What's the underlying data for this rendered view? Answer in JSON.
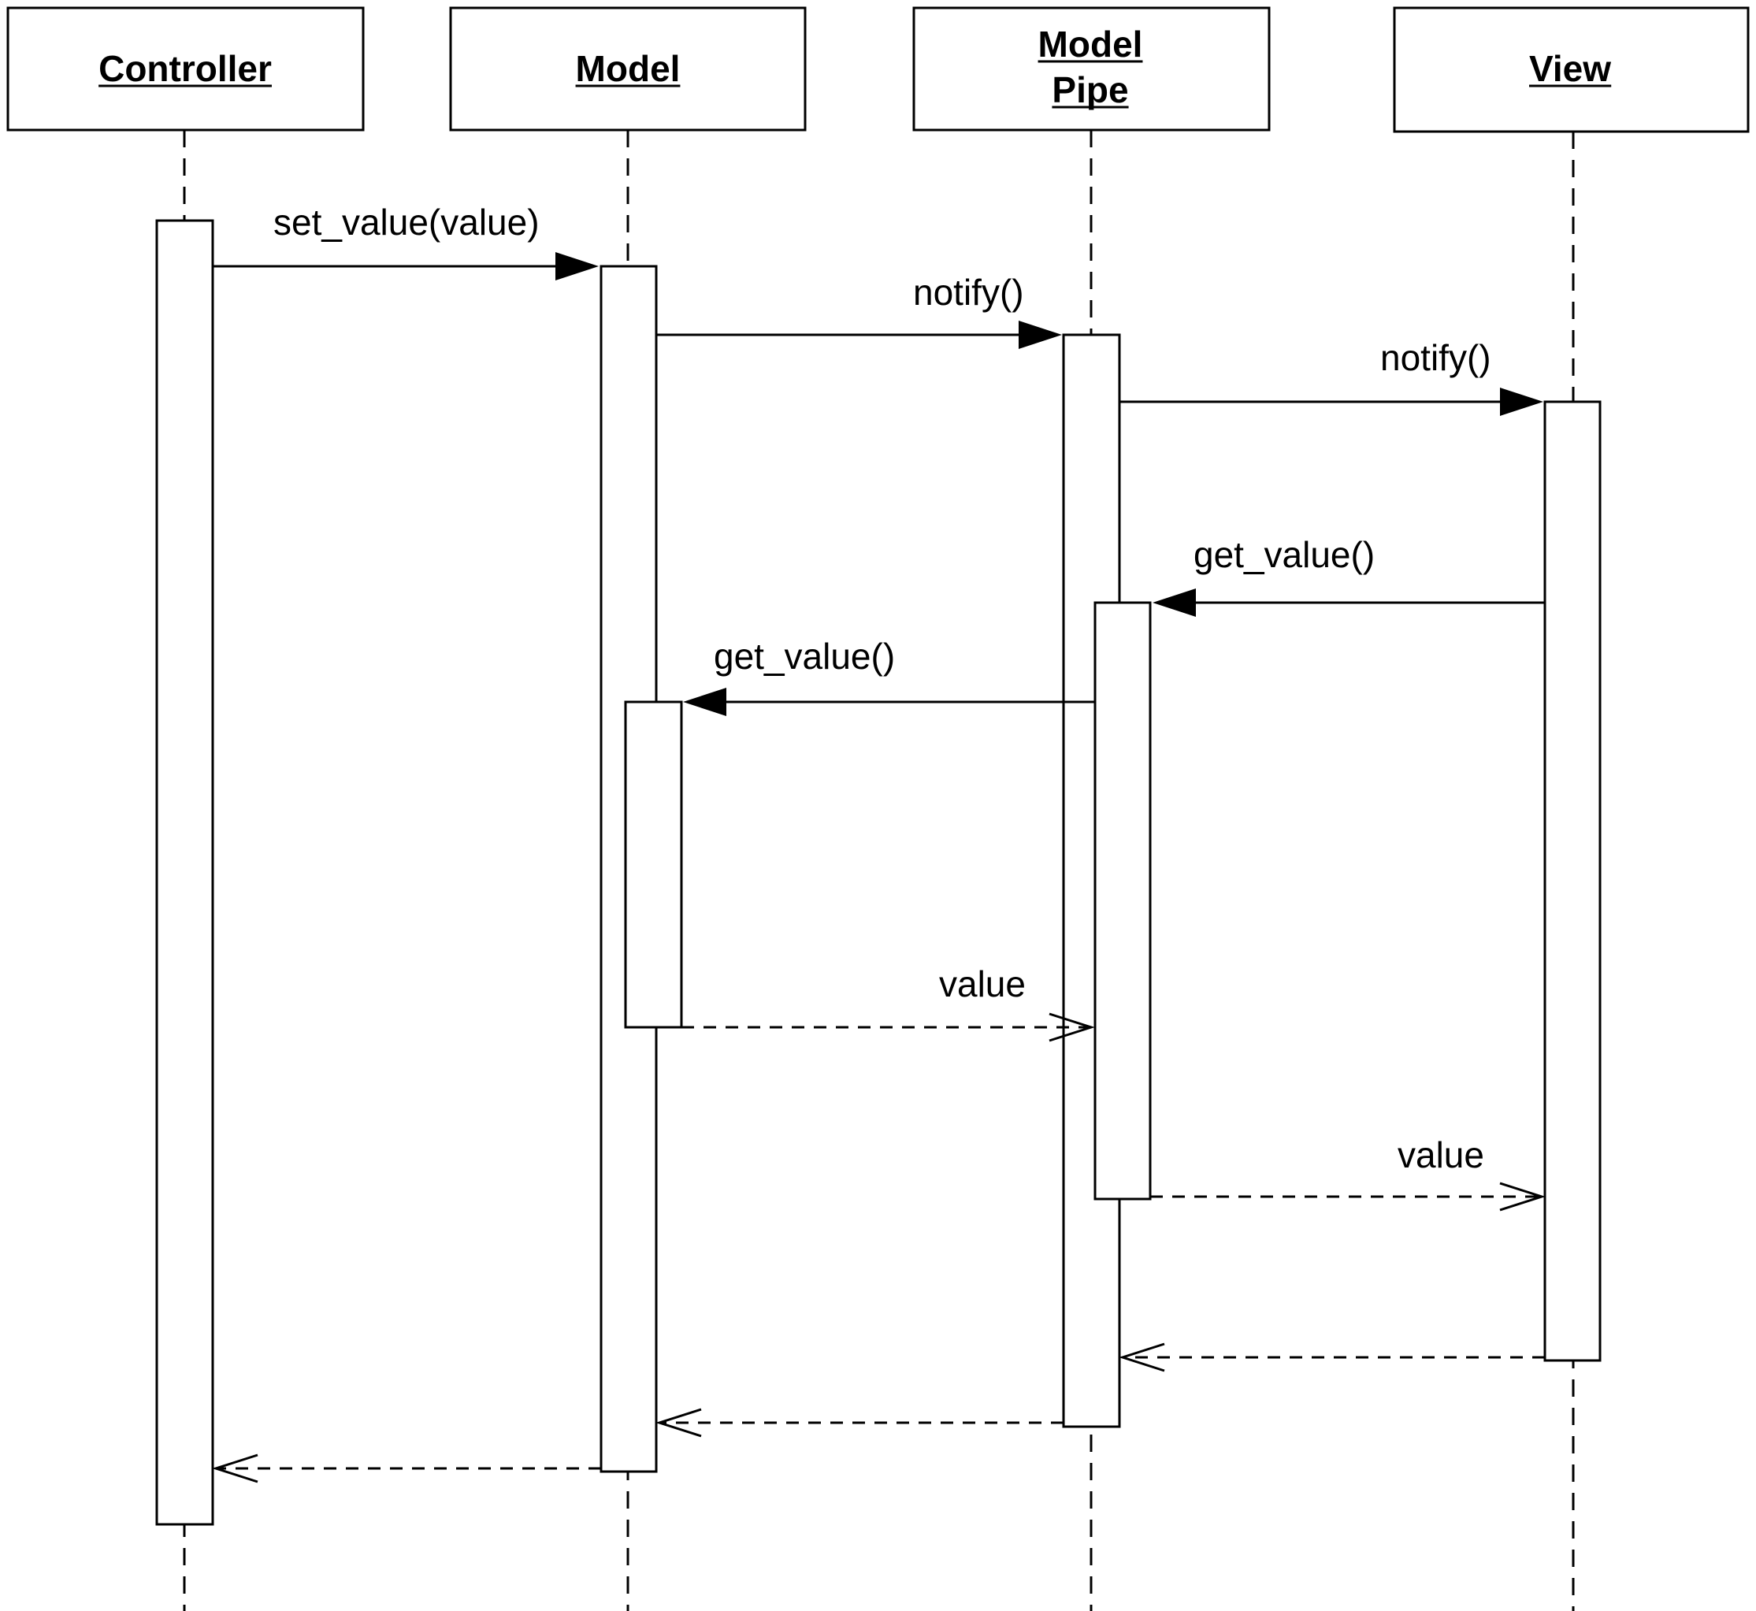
{
  "diagram": {
    "type": "uml-sequence",
    "colors": {
      "line": "#000000",
      "fill": "#ffffff"
    },
    "participants": [
      {
        "id": "controller",
        "label_lines": [
          "Controller"
        ]
      },
      {
        "id": "model",
        "label_lines": [
          "Model"
        ]
      },
      {
        "id": "model_pipe",
        "label_lines": [
          "Model",
          "Pipe"
        ]
      },
      {
        "id": "view",
        "label_lines": [
          "View"
        ]
      }
    ],
    "messages": [
      {
        "from": "controller",
        "to": "model",
        "label": "set_value(value)",
        "kind": "sync"
      },
      {
        "from": "model",
        "to": "model_pipe",
        "label": "notify()",
        "kind": "sync"
      },
      {
        "from": "model_pipe",
        "to": "view",
        "label": "notify()",
        "kind": "sync"
      },
      {
        "from": "view",
        "to": "model_pipe",
        "label": "get_value()",
        "kind": "sync"
      },
      {
        "from": "model_pipe",
        "to": "model",
        "label": "get_value()",
        "kind": "sync"
      },
      {
        "from": "model",
        "to": "model_pipe",
        "label": "value",
        "kind": "return"
      },
      {
        "from": "model_pipe",
        "to": "view",
        "label": "value",
        "kind": "return"
      },
      {
        "from": "view",
        "to": "model_pipe",
        "label": "",
        "kind": "return"
      },
      {
        "from": "model_pipe",
        "to": "model",
        "label": "",
        "kind": "return"
      },
      {
        "from": "model",
        "to": "controller",
        "label": "",
        "kind": "return"
      }
    ]
  }
}
